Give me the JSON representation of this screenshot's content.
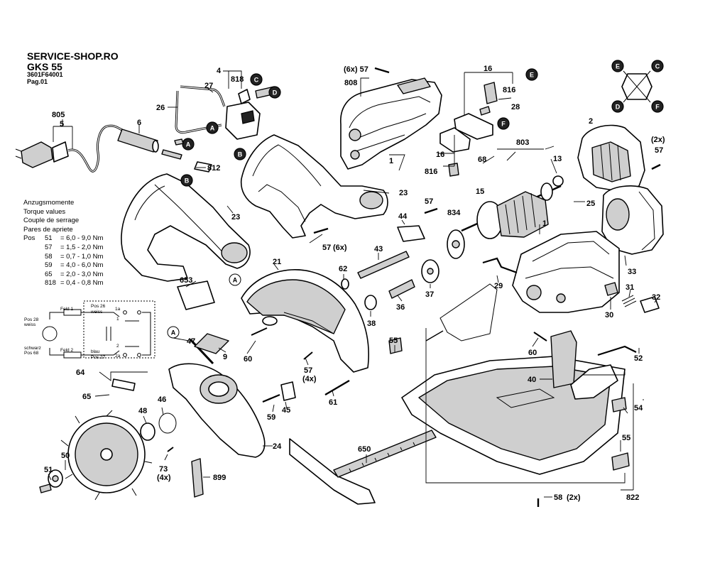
{
  "header": {
    "shop": "SERVICE-SHOP.RO",
    "model": "GKS 55",
    "article": "3601F64001",
    "page": "Pag.01"
  },
  "torque": {
    "lines": [
      "Anzugsmomente",
      "Torque values",
      "Couple de serrage",
      "Pares de apriete"
    ],
    "prefix": "Pos",
    "rows": [
      {
        "pos": "51",
        "val": "= 6,0 - 9,0 Nm"
      },
      {
        "pos": "57",
        "val": "= 1,5 - 2,0 Nm"
      },
      {
        "pos": "58",
        "val": "= 0,7 - 1,0 Nm"
      },
      {
        "pos": "59",
        "val": "= 4,0 - 6,0 Nm"
      },
      {
        "pos": "65",
        "val": "= 2,0 - 3,0 Nm"
      },
      {
        "pos": "818",
        "val": "= 0,4 - 0,8 Nm"
      }
    ]
  },
  "wiring": {
    "feld1": "Feld 1",
    "feld2": "Feld 2",
    "pos26": "Pos 26",
    "weiss": "weiss",
    "pos28": "Pos 28",
    "weiss2": "weiss",
    "schwarz": "schwarz",
    "pos68": "Pos 68",
    "blau": "blau",
    "pos27": "Pos 27",
    "t1a": "1a",
    "t1": "1",
    "t2": "2",
    "t2a": "2a"
  },
  "connectors": {
    "A": "A",
    "B": "B",
    "C": "C",
    "D": "D",
    "E": "E",
    "F": "F"
  },
  "labels": {
    "p805": "805",
    "p5": "5",
    "p6": "6",
    "p26": "26",
    "p27": "27",
    "p4": "4",
    "p818": "818",
    "p812": "812",
    "p23a": "23",
    "p23b": "23",
    "p57a": "(6x) 57",
    "p808": "808",
    "p1a": "1",
    "p16a": "16",
    "p816a": "816",
    "p28": "28",
    "p16b": "16",
    "p68": "68",
    "p816b": "816",
    "p803": "803",
    "p13": "13",
    "p15": "15",
    "p834": "834",
    "p2": "2",
    "p57b": "(2x)",
    "p57b2": "57",
    "p25": "25",
    "p1b": "1",
    "p33": "33",
    "p57c": "57",
    "p57d": "57",
    "p6x": "(6x)",
    "p44": "44",
    "p43": "43",
    "p62": "62",
    "p21": "21",
    "p653": "653",
    "p38": "38",
    "p36": "36",
    "p37": "37",
    "p29": "29",
    "p31": "31",
    "p32": "32",
    "p30": "30",
    "p47": "47",
    "p9": "9",
    "p60a": "60",
    "p57e": "57",
    "p4x": "(4x)",
    "p55a": "55",
    "p60b": "60",
    "p52": "52",
    "p40": "40",
    "p64": "64",
    "p65": "65",
    "p46": "46",
    "p48": "48",
    "p50": "50",
    "p51": "51",
    "p45": "45",
    "p59": "59",
    "p61": "61",
    "p24": "24",
    "p73": "73",
    "p4x2": "(4x)",
    "p899": "899",
    "p650": "650",
    "p54": "54",
    "p55b": "55",
    "p58": "58",
    "p2x": "(2x)",
    "p822": "822"
  }
}
